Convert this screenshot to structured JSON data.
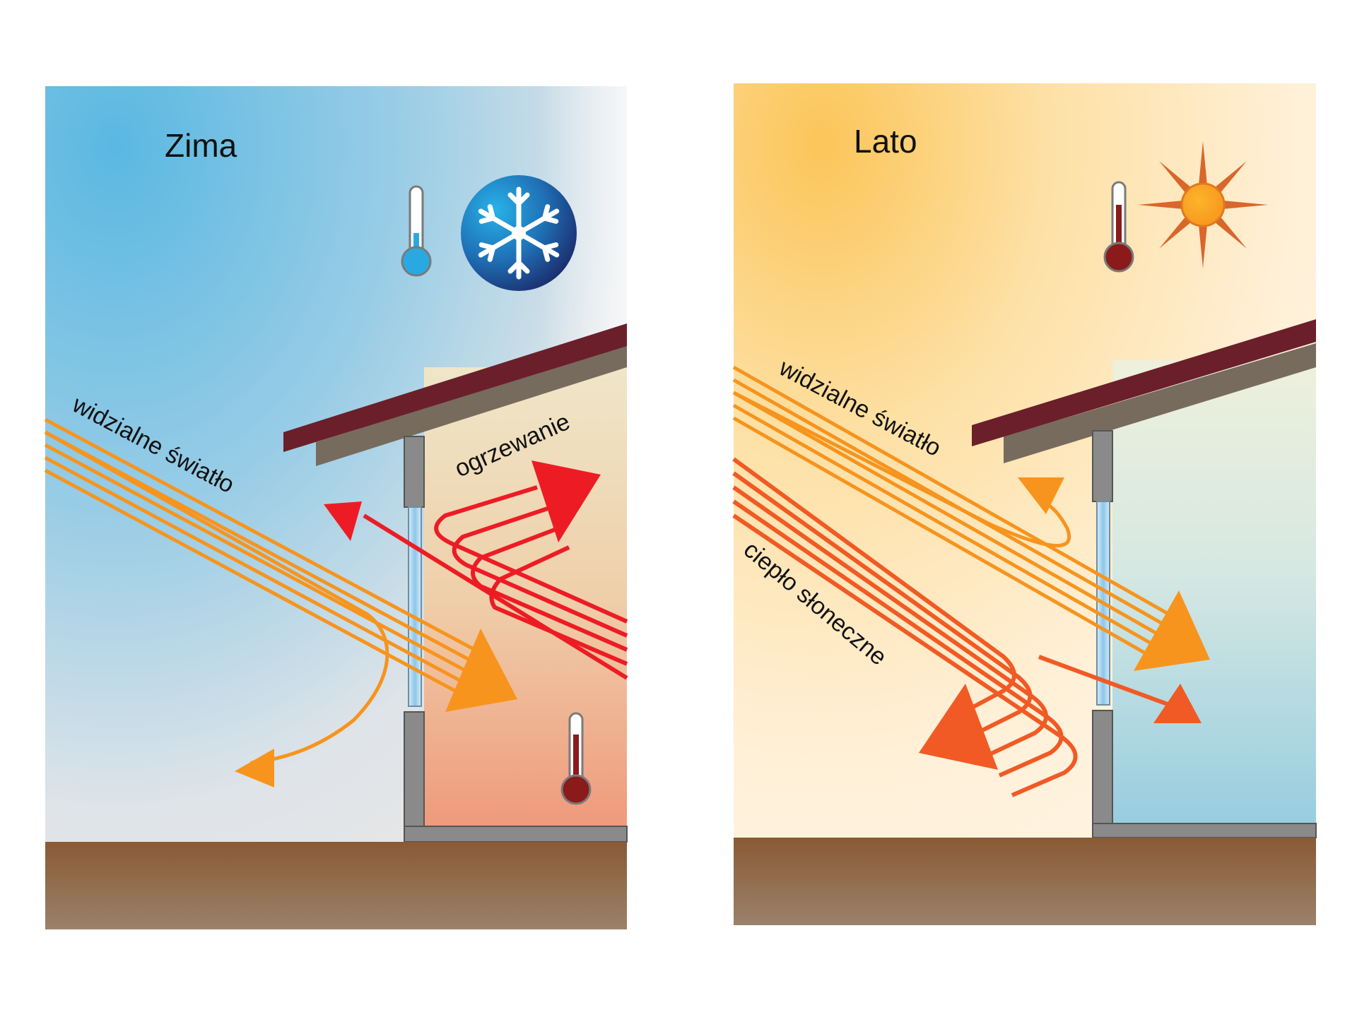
{
  "panels": [
    {
      "id": "winter",
      "title": "Zima",
      "labels": {
        "visible_light": "widzialne światło",
        "heating": "ogrzewanie"
      },
      "colors": {
        "sky": "#5ab8e2",
        "interior": "#ef9a7c",
        "light_ray": "#f7941d",
        "heat_ray": "#ed1c24"
      },
      "icons": [
        "thermometer-cold-icon",
        "snowflake-icon",
        "thermometer-hot-icon"
      ]
    },
    {
      "id": "summer",
      "title": "Lato",
      "labels": {
        "visible_light": "widzialne światło",
        "solar_heat": "ciepło słoneczne"
      },
      "colors": {
        "sky": "#fcc559",
        "interior": "#97cde0",
        "light_ray": "#f7941d",
        "heat_ray": "#f15a24"
      },
      "icons": [
        "thermometer-hot-icon",
        "sun-icon"
      ]
    }
  ],
  "colors": {
    "roof": "#6b1f2a",
    "roof_under": "#776b5d",
    "wall": "#8a8a8a",
    "ground_top": "#8a5a34",
    "ground_bottom": "#9a826a",
    "glass": "#a8d4ee"
  }
}
